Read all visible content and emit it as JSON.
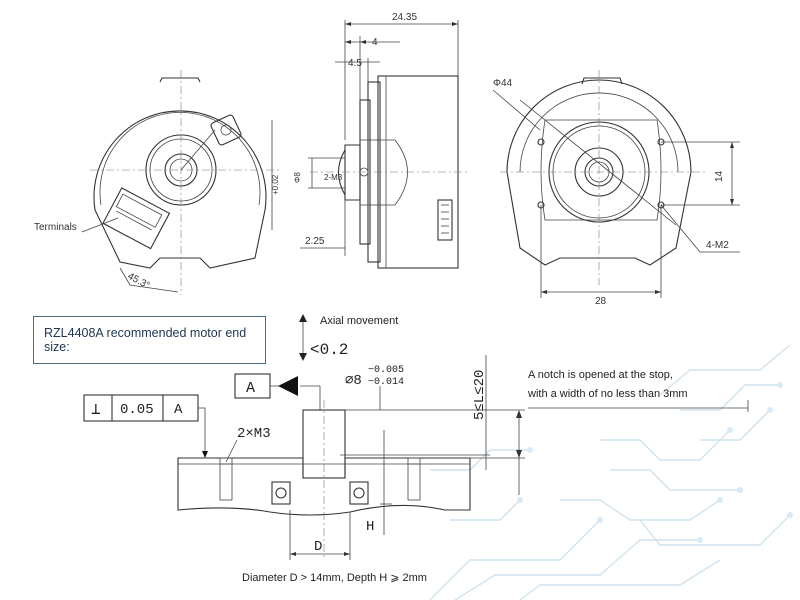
{
  "top_views": {
    "left_view": {
      "label_terminals": "Terminals",
      "dim_angle": "45.3°",
      "dim_side": "+0.02"
    },
    "side_view": {
      "dim_total": "24.35",
      "dim_4": "4",
      "dim_45": "4.5",
      "dim_phi8": "Φ8",
      "label_2m3": "2-M3",
      "dim_225": "2.25"
    },
    "right_view": {
      "dim_phi44": "Φ44",
      "dim_14": "14",
      "dim_28": "28",
      "label_4m2": "4-M2"
    }
  },
  "banner": {
    "title": "RZL4408A recommended motor end size:"
  },
  "axial": {
    "label": "Axial movement",
    "value": "<0.2"
  },
  "bottom_section": {
    "datum_label": "A",
    "shaft_tol_base": "⌀8",
    "shaft_tol_upper": "−0.005",
    "shaft_tol_lower": "−0.014",
    "range_label": "5≤L≤20",
    "perp_symbol": "⊥",
    "perp_value": "0.05",
    "perp_datum": "A",
    "thread_label": "2×M3",
    "dim_d": "D",
    "dim_h": "H",
    "notch_line1": "A notch is opened at the stop,",
    "notch_line2": "with a width of no less than 3mm",
    "footer_note": "Diameter D > 14mm, Depth H ⩾ 2mm"
  }
}
